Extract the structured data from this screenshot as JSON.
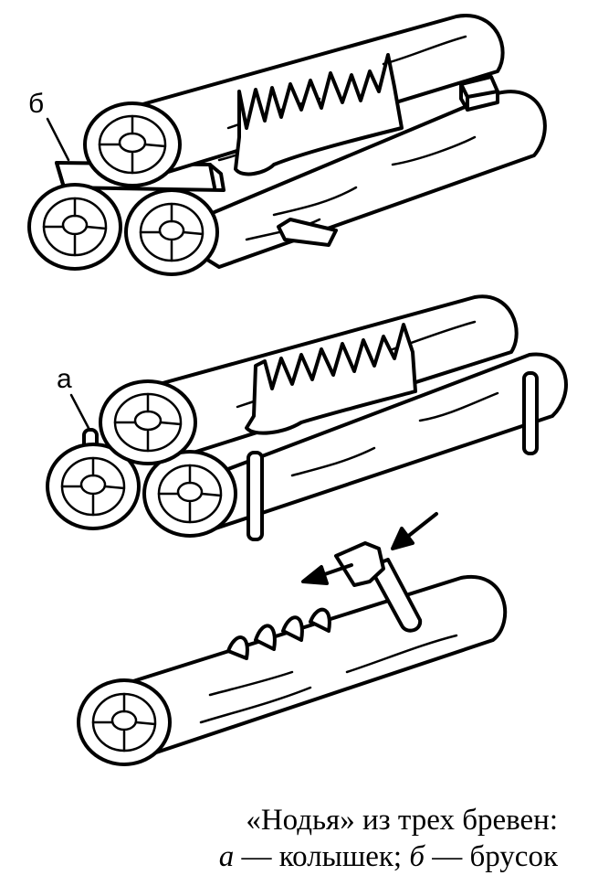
{
  "labels": {
    "b": "б",
    "a": "а"
  },
  "caption": {
    "title": "«Нодья» из трех бревен:",
    "item_a_letter": "а",
    "item_a_text": " — колышек; ",
    "item_b_letter": "б",
    "item_b_text": " — брусок"
  }
}
